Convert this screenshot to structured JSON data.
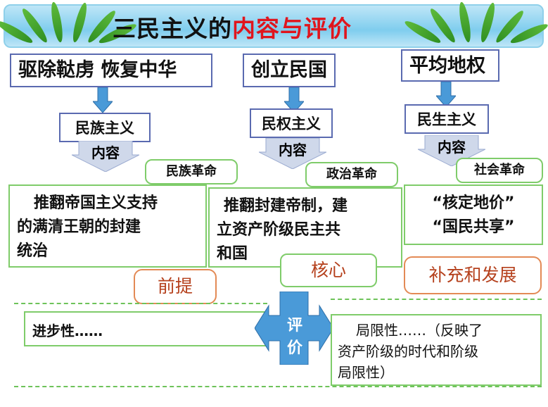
{
  "title": {
    "plain": "三民主义的",
    "highlight": "内容与评价"
  },
  "columns": [
    {
      "top": "驱除鞑虏 恢复中华",
      "doctrine": "民族主义",
      "content_tag": "内容",
      "revolution": "民族革命",
      "content_lines": [
        "推翻帝国主义支持",
        "的满清王朝的封建",
        "统治"
      ],
      "role": "前提"
    },
    {
      "top": "创立民国",
      "doctrine": "民权主义",
      "content_tag": "内容",
      "revolution": "政治革命",
      "content_lines": [
        "推翻封建帝制，建",
        "立资产阶级民主共",
        "和国"
      ],
      "role": "核心"
    },
    {
      "top": "平均地权",
      "doctrine": "民生主义",
      "content_tag": "内容",
      "revolution": "社会革命",
      "content_lines": [
        "“核定地价”",
        "“国民共享”"
      ],
      "role": "补充和发展"
    }
  ],
  "evaluation": {
    "label_top": "评",
    "label_bottom": "价",
    "progressive": "进步性……",
    "limitation_lines": [
      "局限性……（反映了",
      "资产阶级的时代和阶级",
      "局限性）"
    ]
  },
  "colors": {
    "title_highlight": "#e0151d",
    "role_text": "#b5401c",
    "arrow_fill": "#4a9ad8"
  }
}
